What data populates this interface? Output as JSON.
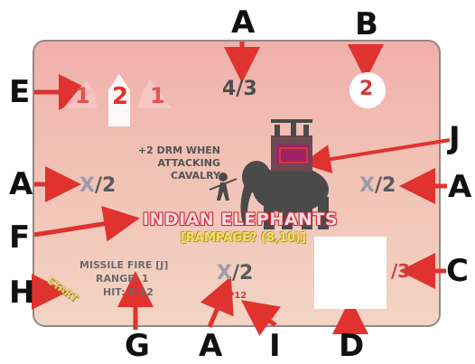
{
  "callouts": {
    "A": "A",
    "B": "B",
    "C": "C",
    "D": "D",
    "E": "E",
    "F": "F",
    "G": "G",
    "H": "H",
    "I": "I",
    "J": "J"
  },
  "card": {
    "top_value": {
      "slash": "4/3"
    },
    "formation": {
      "left": "1",
      "center": "2",
      "right": "1"
    },
    "circle_value": "2",
    "left_value": {
      "mark": "X",
      "slash": "/2"
    },
    "right_value": {
      "mark": "X",
      "slash": "/2"
    },
    "bottom_value": {
      "mark": "X",
      "slash": "/2"
    },
    "drm_text": [
      "+2 DRM WHEN",
      "ATTACKING",
      "CAVALRY"
    ],
    "unit_name": "INDIAN ELEPHANTS",
    "rampage": "[RAMPAGE? (8,10)]",
    "missile": {
      "line1": "MISSILE FIRE [J]",
      "line2": "RANGE: 1",
      "line3": "HIT: 5-12"
    },
    "page_ref": "P12",
    "start_label": "START",
    "right_fraction": "/3"
  },
  "colors": {
    "card_top": "#f1b0ac",
    "card_bottom": "#f3d4c4",
    "arrow": "#e0322e",
    "title_red": "#d2283a",
    "rampage_gold": "#f3e06a"
  }
}
